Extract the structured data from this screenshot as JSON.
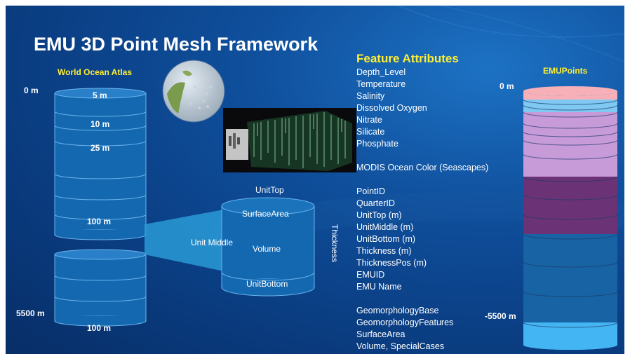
{
  "slide": {
    "title": "EMU 3D Point Mesh Framework"
  },
  "woa": {
    "heading": "World Ocean Atlas",
    "label_top": "0 m",
    "label_bottom": "5500 m",
    "layer_labels": [
      "5 m",
      "10 m",
      "25 m",
      "100 m"
    ],
    "bottom_label": "100 m"
  },
  "unit_cylinder": {
    "top": "UnitTop",
    "surface_area": "SurfaceArea",
    "volume": "Volume",
    "bottom": "UnitBottom",
    "middle": "Unit Middle",
    "thickness": "Thickness"
  },
  "attributes": {
    "heading": "Feature Attributes",
    "group1": [
      "Depth_Level",
      "Temperature",
      "Salinity",
      "Dissolved Oxygen",
      "Nitrate",
      "Silicate",
      "Phosphate"
    ],
    "group2": [
      "MODIS Ocean Color (Seascapes)"
    ],
    "group3": [
      "PointID",
      "QuarterID",
      "UnitTop (m)",
      "UnitMiddle (m)",
      "UnitBottom (m)",
      "Thickness (m)",
      "ThicknessPos (m)",
      "EMUID",
      "EMU Name"
    ],
    "group4": [
      "GeomorphologyBase",
      "GeomorphologyFeatures",
      "SurfaceArea",
      "Volume, SpecialCases"
    ]
  },
  "emu": {
    "heading": "EMUPoints",
    "label_top": "0 m",
    "label_bottom": "-5500 m",
    "colors": {
      "pink": "#f7b0b8",
      "light_blue": "#7ec8f2",
      "lavender": "#c79ad8",
      "purple": "#6b3275",
      "dark_blue": "#1763a3",
      "bright_blue": "#44b5f3"
    }
  },
  "colors": {
    "accent_yellow": "#ffee33",
    "background": "#0c4690"
  }
}
